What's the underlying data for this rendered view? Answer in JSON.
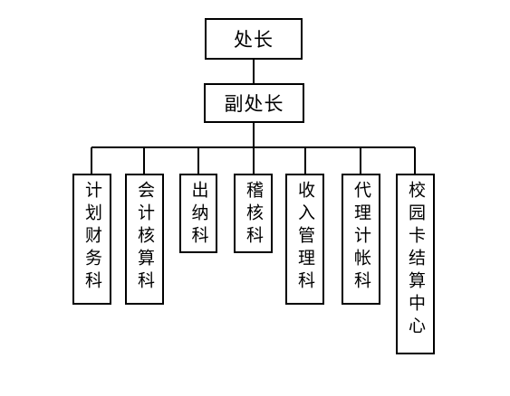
{
  "title_box": "处长",
  "deputy_box": "副处长",
  "departments": [
    "计划财务科",
    "会计核算科",
    "出纳科",
    "稽核科",
    "收入管理科",
    "代理计帐科",
    "校园卡结算中心"
  ]
}
